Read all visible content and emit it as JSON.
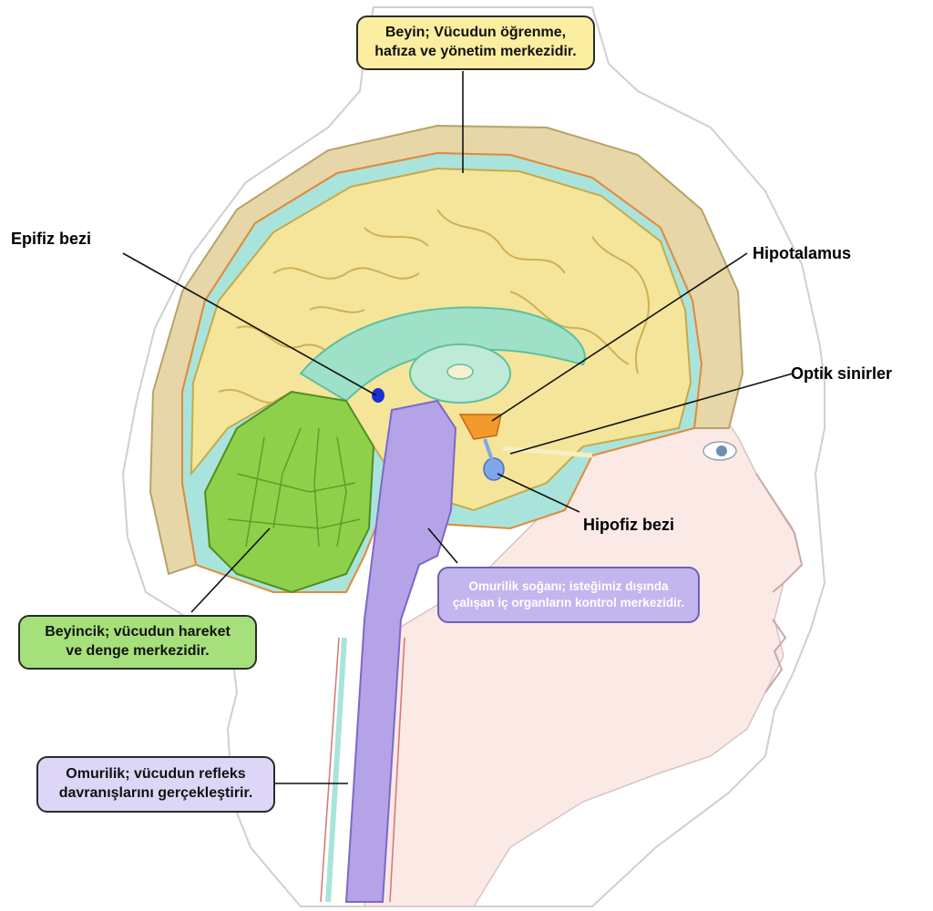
{
  "labels": {
    "brain": {
      "line1": "Beyin; Vücudun öğrenme,",
      "line2": "hafıza ve yönetim merkezidir."
    },
    "pineal": "Epifiz bezi",
    "hypothalamus": "Hipotalamus",
    "optic": "Optik sinirler",
    "pituitary": "Hipofiz bezi",
    "medulla": {
      "line1": "Omurilik soğanı; isteğimiz dışında",
      "line2": "çalışan iç organların kontrol merkezidir."
    },
    "cerebellum": {
      "line1": "Beyincik; vücudun hareket",
      "line2": "ve denge merkezidir."
    },
    "spinal": {
      "line1": "Omurilik; vücudun refleks",
      "line2": "davranışlarını gerçekleştirir."
    }
  },
  "colors": {
    "brain": "#f4e59a",
    "cerebellum": "#8fd04a",
    "brainstem": "#b5a3e8",
    "hypothalamus": "#f39a2d",
    "pituitary": "#7fa6e8",
    "pineal": "#1b2fd6",
    "csf": "#a9e4dc",
    "skull": "#e6d6a8",
    "skin": "#fbe9e6",
    "callout_brain": "#fbeea0",
    "callout_cerebellum": "#a6e07a",
    "callout_medulla": "#c3b6ef",
    "callout_spinal": "#ddd6f6"
  }
}
